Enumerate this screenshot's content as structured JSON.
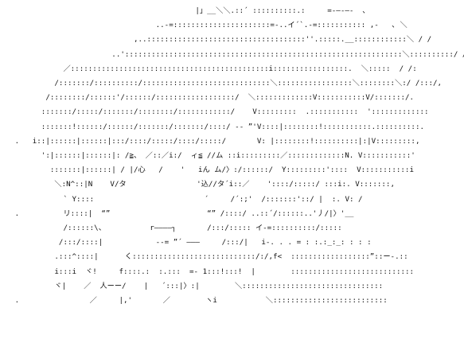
{
  "artwork": {
    "kind": "text-art",
    "ink_color": "#111111",
    "background_color": "#ffffff",
    "lines": [
      "                                            |」__＼＼.::´ ::::::::::.:     =-―-―-  ､",
      "                                   ..-=::::::::::::::::::::::=-..イ´`.-=::::::::::: ,-   ､ ＼",
      "                              ,..::::::::::::::::::::::::::::::::::::''.:::::.__::::::::::::＼ / /",
      "                         ..':::::::::::::::::::::::::::::::::::::::::::::::::::::::::::::::＼::::::::::/ /",
      "              ／:::::::::::::::::::::::::::::::::::::::::::::i:::::::::::::::::.  ＼:::::  / /:",
      "            /:::::::/::::::::::/:::::::::::::::::::::::::::::＼:::::::::::::::::＼::::::::＼:/ /:::/,",
      "          /::::::::/::::::'/::::::/::::::::::::::::::/  ＼:::::::::::::V:::::::::::V/:::::::/.",
      "         :::::::/:::::/:::::::/::::::::/::::::::::::/    V:::::::::  .:::::::::::  ':::::::::::::",
      "         :::::::!::::::/::::::/:::::::/:::::::/::::/ -- ”'V::::|::::::::!:::::::::::.::::::::::.",
      "   .   i::|::::::|::::::|:::/::::/:::::/::::/:::::/       V: |::::::::!::::::::::|:|V:::::::::,",
      "         ':|::::::|::::::|: /≧、 ／::／i:/  ィ≦ //ム ::i:::::::::／:::::::::::::N. V:::::::::::'",
      "           :::::::|::::::| / |/心   /    '   iん ム/〉:/::::::/  Y:::::::::'::::  V:::::::::::i",
      "            ＼:N^::|N    V/タ                '込//タ´i::／    '::::/:::::/ :::i:. V:::::::,",
      "              ` Y::::                         ´     /´:;'  /:::::::'::/ |  :. V: /",
      "   .          リ::::|  “”                      “” /::::/ ..::´/::::::..'丿/|〉'__",
      "              /::::::\\、          r――――┐       /:::/::::: イ-=::::::::::/:::::",
      "             /:::/::::|            --= ”´ ―――     /:::/|   i-. . . = : :.:_:_: : : :",
      "            .:::^::::|      く::::::::::::::::::::::::::::/:/,f<  ::::::::::::::::::”::ー-.::",
      "            i:::i  ヾ!     f::::.:  :.:::  =- 1:::!:::!  |        ::::::::::::::::::::::::::::",
      "            ヾ|    ／  人ーー/    |   ´:::|〉:|        ＼::::::::::::::::::::::::::::::::",
      "   .                ／     |,'       ／        ヽi           ＼::::::::::::::::::::::::::"
    ]
  }
}
